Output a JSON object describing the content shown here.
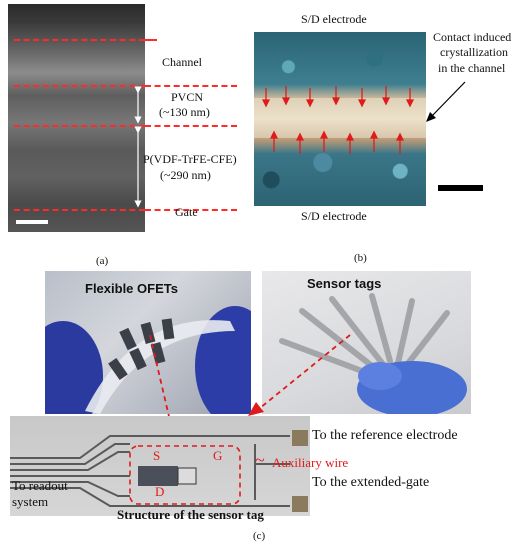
{
  "panel_a": {
    "labels": {
      "channel": "Channel",
      "pvcn_line1": "PVCN",
      "pvcn_line2": "(~130 nm)",
      "dielectric_line1": "P(VDF-TrFE-CFE)",
      "dielectric_line2": "(~290 nm)",
      "gate": "Gate"
    },
    "caption": "(a)"
  },
  "panel_b": {
    "top_label": "S/D electrode",
    "bottom_label": "S/D electrode",
    "annotation_line1": "Contact induced",
    "annotation_line2": "crystallization",
    "annotation_line3": "in the channel",
    "caption": "(b)"
  },
  "panel_c": {
    "photo1_title": "Flexible OFETs",
    "photo2_title": "Sensor tags",
    "reference_label": "To the reference electrode",
    "extended_gate_label": "To the extended-gate",
    "auxiliary_label": "Auxiliary wire",
    "auxiliary_tilde": "~",
    "readout_line1": "To readout",
    "readout_line2": "system",
    "terminal_s": "S",
    "terminal_g": "G",
    "terminal_d": "D",
    "structure_title": "Structure of the sensor tag",
    "caption": "(c)"
  },
  "colors": {
    "dash_red": "#ff2b2b",
    "label_red": "#e01b1b"
  }
}
